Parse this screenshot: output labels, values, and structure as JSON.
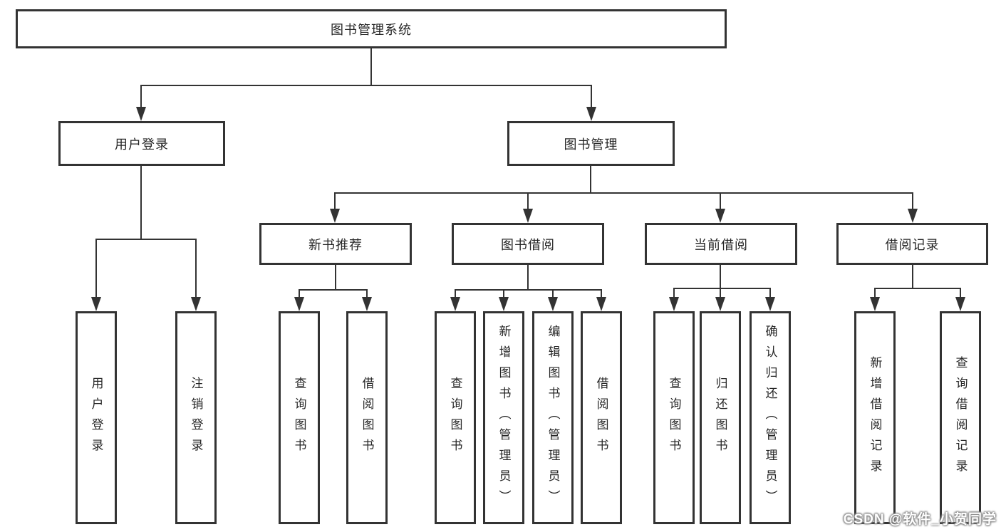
{
  "root": {
    "label": "图书管理系统"
  },
  "level2": {
    "user_login": {
      "label": "用户登录"
    },
    "book_mgmt": {
      "label": "图书管理"
    }
  },
  "level3": {
    "new_book_rec": {
      "label": "新书推荐"
    },
    "book_borrow": {
      "label": "图书借阅"
    },
    "current_borrow": {
      "label": "当前借阅"
    },
    "borrow_records": {
      "label": "借阅记录"
    }
  },
  "leaves": {
    "user_login": {
      "label": "用户登录"
    },
    "logout": {
      "label": "注销登录"
    },
    "nbr_query": {
      "label": "查询图书"
    },
    "nbr_borrow": {
      "label": "借阅图书"
    },
    "bb_query": {
      "label": "查询图书"
    },
    "bb_add": {
      "label": "新增图书（管理员）"
    },
    "bb_edit": {
      "label": "编辑图书（管理员）"
    },
    "bb_borrow": {
      "label": "借阅图书"
    },
    "cb_query": {
      "label": "查询图书"
    },
    "cb_return": {
      "label": "归还图书"
    },
    "cb_confirm": {
      "label": "确认归还（管理员）"
    },
    "br_add": {
      "label": "新增借阅记录"
    },
    "br_query": {
      "label": "查询借阅记录"
    }
  },
  "watermark": {
    "text": "CSDN @软件_小贺同学"
  },
  "colors": {
    "line": "#333333",
    "text": "#262626",
    "background": "#ffffff",
    "watermark_text": "#ffffff",
    "watermark_shadow": "#8a8a8a"
  }
}
